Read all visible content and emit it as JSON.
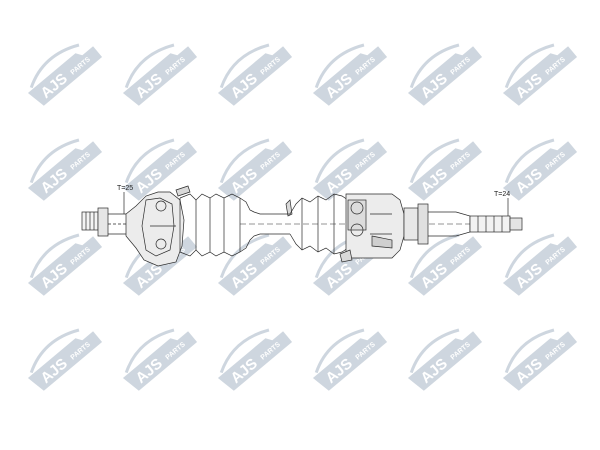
{
  "watermark": {
    "logo_text": "AJS",
    "logo_subtext": "PARTS",
    "fill_color": "#a7b6c5",
    "text_color": "#ffffff"
  },
  "diagram": {
    "labels": {
      "left_spline": "T=25",
      "right_spline": "T=24"
    },
    "line_color": "#2a2a2a",
    "shade_color": "#d9d9d9"
  }
}
